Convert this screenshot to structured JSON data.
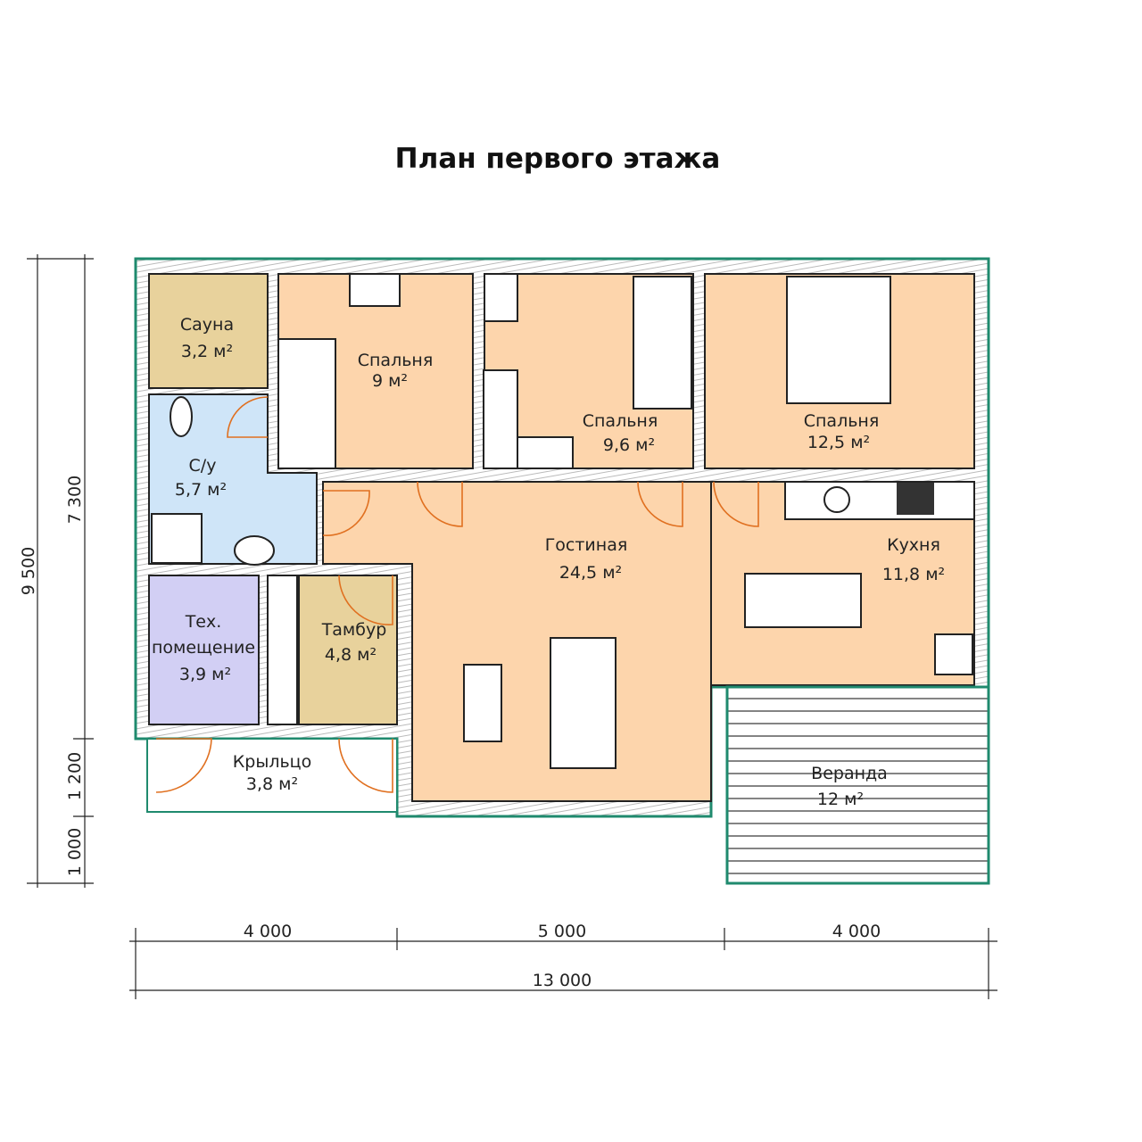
{
  "title": "План первого этажа",
  "rooms": {
    "sauna": {
      "name": "Сауна",
      "area": "3,2 м²"
    },
    "bedroom1": {
      "name": "Спальня",
      "area": "9 м²"
    },
    "bedroom2": {
      "name": "Спальня",
      "area": "9,6 м²"
    },
    "bedroom3": {
      "name": "Спальня",
      "area": "12,5 м²"
    },
    "bathroom": {
      "name": "С/у",
      "area": "5,7 м²"
    },
    "living": {
      "name": "Гостиная",
      "area": "24,5 м²"
    },
    "kitchen": {
      "name": "Кухня",
      "area": "11,8 м²"
    },
    "tech": {
      "name": "Тех.",
      "name2": "помещение",
      "area": "3,9 м²"
    },
    "vestibule": {
      "name": "Тамбур",
      "area": "4,8 м²"
    },
    "porch": {
      "name": "Крыльцо",
      "area": "3,8 м²"
    },
    "veranda": {
      "name": "Веранда",
      "area": "12 м²"
    }
  },
  "dimensions": {
    "vertical": {
      "total": "9 500",
      "main": "7 300",
      "porch": "1 200",
      "veranda": "1 000"
    },
    "horizontal": {
      "left": "4 000",
      "middle": "5 000",
      "right": "4 000",
      "total": "13 000"
    }
  },
  "colors": {
    "peach": "#fdd5ac",
    "sauna": "#e8d29c",
    "bath": "#cfe5f8",
    "tech": "#d2cff4",
    "outer_wall": "#1f8a6e",
    "door": "#e07020"
  }
}
